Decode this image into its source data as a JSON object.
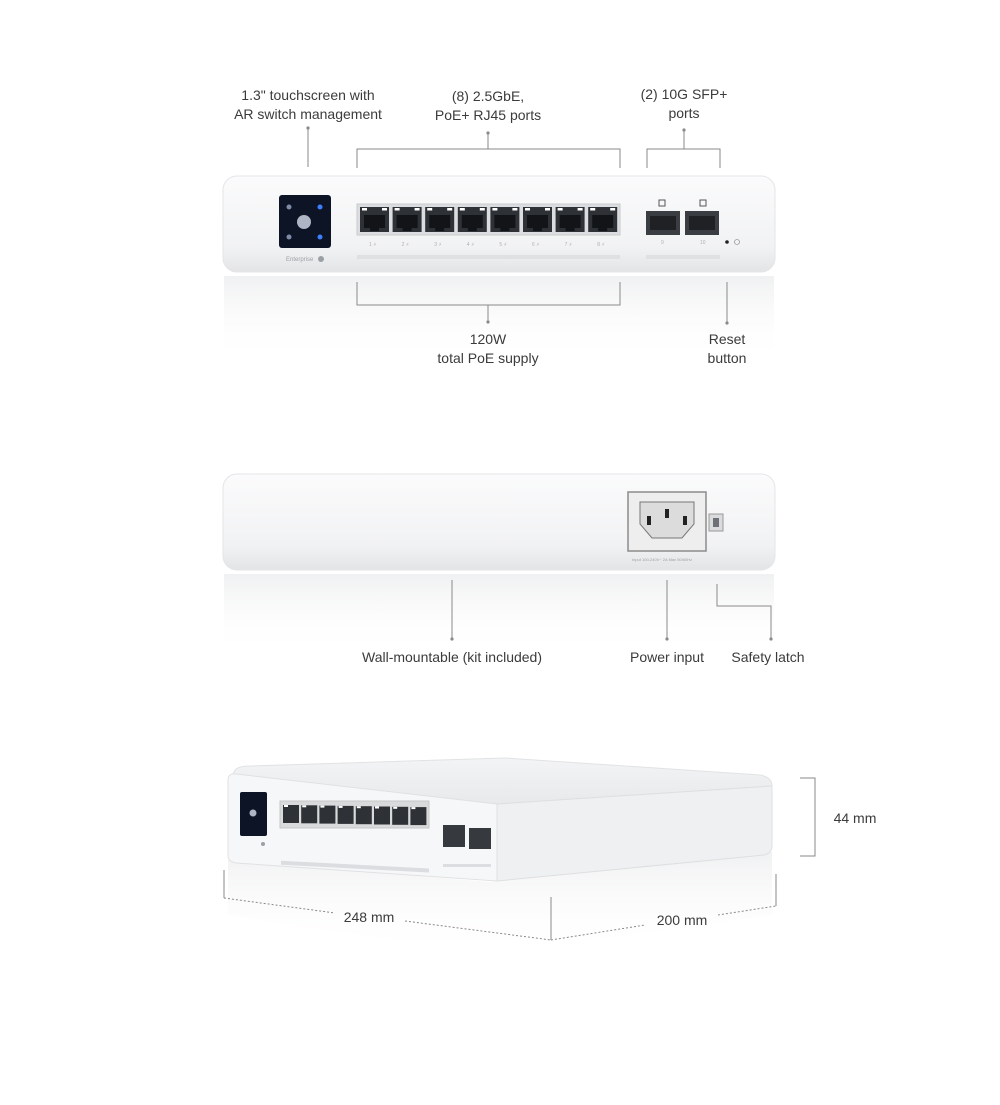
{
  "front": {
    "touchscreen": [
      "1.3\" touchscreen with",
      "AR switch management"
    ],
    "rj45": [
      "(8) 2.5GbE,",
      "PoE+ RJ45 ports"
    ],
    "sfp": [
      "(2) 10G SFP+",
      "ports"
    ],
    "poe_supply": [
      "120W",
      "total PoE supply"
    ],
    "reset": [
      "Reset",
      "button"
    ],
    "brand_badge": "Enterprise",
    "port_labels": [
      "1 ⚡",
      "2 ⚡",
      "3 ⚡",
      "4 ⚡",
      "5 ⚡",
      "6 ⚡",
      "7 ⚡",
      "8 ⚡"
    ],
    "sfp_port_labels": [
      "9",
      "10"
    ]
  },
  "back": {
    "wall_mount": "Wall-mountable (kit included)",
    "power_input": "Power input",
    "safety_latch": "Safety latch",
    "power_rating": "Input 100-240V~ 2A Max 50/60Hz"
  },
  "dimensions": {
    "height": "44 mm",
    "width": "248 mm",
    "depth": "200 mm"
  },
  "colors": {
    "device_body": "#f4f5f6",
    "screen": "#0c1426",
    "leader_line": "#8a8a8a"
  }
}
